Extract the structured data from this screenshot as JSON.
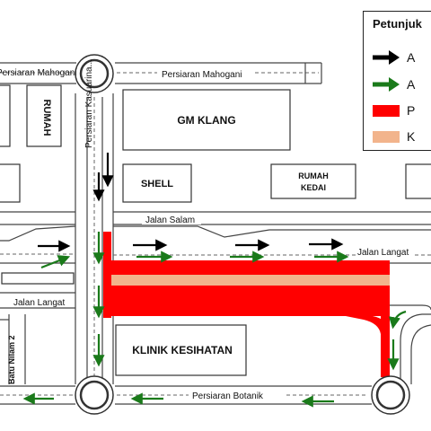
{
  "legend": {
    "title": "Petunjuk",
    "items": [
      {
        "label": "A",
        "symbol": "black-arrow-icon",
        "color": "#000000"
      },
      {
        "label": "A",
        "symbol": "green-arrow-icon",
        "color": "#1a7a1a"
      },
      {
        "label": "P",
        "symbol": "red-swatch",
        "color": "#ff0000"
      },
      {
        "label": "K",
        "symbol": "tan-swatch",
        "color": "#f2b48c"
      }
    ]
  },
  "roads": {
    "persiaran_mahogani_left": "Persiaran Mahogani",
    "persiaran_mahogani": "Persiaran Mahogani",
    "persiaran_kasuarina": "Persiaran Kasuarina...",
    "jalan_salam": "Jalan Salam",
    "jalan_langat_right": "Jalan Langat",
    "jalan_langat_left": "Jalan Langat",
    "batu_nilam": "Batu Nilam 2",
    "persiaran_botanik": "Persiaran Botanik"
  },
  "buildings": {
    "rumah": "RUMAH",
    "gm_klang": "GM KLANG",
    "shell": "SHELL",
    "rumah_kedai_line1": "RUMAH",
    "rumah_kedai_line2": "KEDAI",
    "klinik": "KLINIK KESIHATAN"
  },
  "colors": {
    "red_zone": "#ff0000",
    "tan_zone": "#f2b48c",
    "green_arrow": "#1a7a1a",
    "black_arrow": "#000000"
  }
}
